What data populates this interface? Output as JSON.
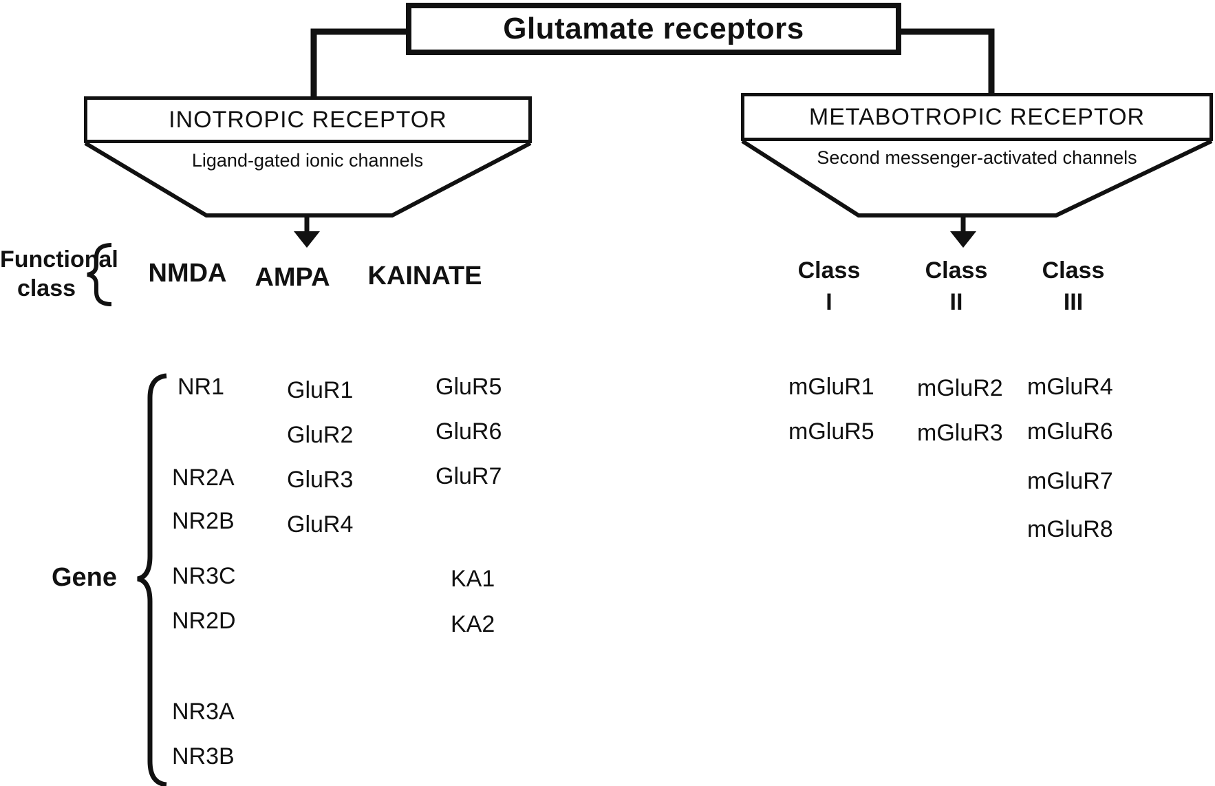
{
  "title": "Glutamate receptors",
  "labels": {
    "functional_line1": "Functional",
    "functional_line2": "class",
    "gene": "Gene"
  },
  "left": {
    "box_title": "INOTROPIC RECEPTOR",
    "box_subtitle": "Ligand-gated ionic channels",
    "classes": [
      "NMDA",
      "AMPA",
      "KAINATE"
    ],
    "nmda_genes": [
      "NR1",
      "NR2A",
      "NR2B",
      "NR3C",
      "NR2D",
      "NR3A",
      "NR3B"
    ],
    "ampa_genes": [
      "GluR1",
      "GluR2",
      "GluR3",
      "GluR4"
    ],
    "kainate_glur_genes": [
      "GluR5",
      "GluR6",
      "GluR7"
    ],
    "kainate_ka_genes": [
      "KA1",
      "KA2"
    ]
  },
  "right": {
    "box_title": "METABOTROPIC RECEPTOR",
    "box_subtitle": "Second messenger-activated channels",
    "classes": [
      {
        "name": "Class",
        "numeral": "I"
      },
      {
        "name": "Class",
        "numeral": "II"
      },
      {
        "name": "Class",
        "numeral": "III"
      }
    ],
    "class1_genes": [
      "mGluR1",
      "mGluR5"
    ],
    "class2_genes": [
      "mGluR2",
      "mGluR3"
    ],
    "class3_genes": [
      "mGluR4",
      "mGluR6",
      "mGluR7",
      "mGluR8"
    ]
  },
  "colors": {
    "ink": "#111111",
    "background": "#ffffff"
  }
}
